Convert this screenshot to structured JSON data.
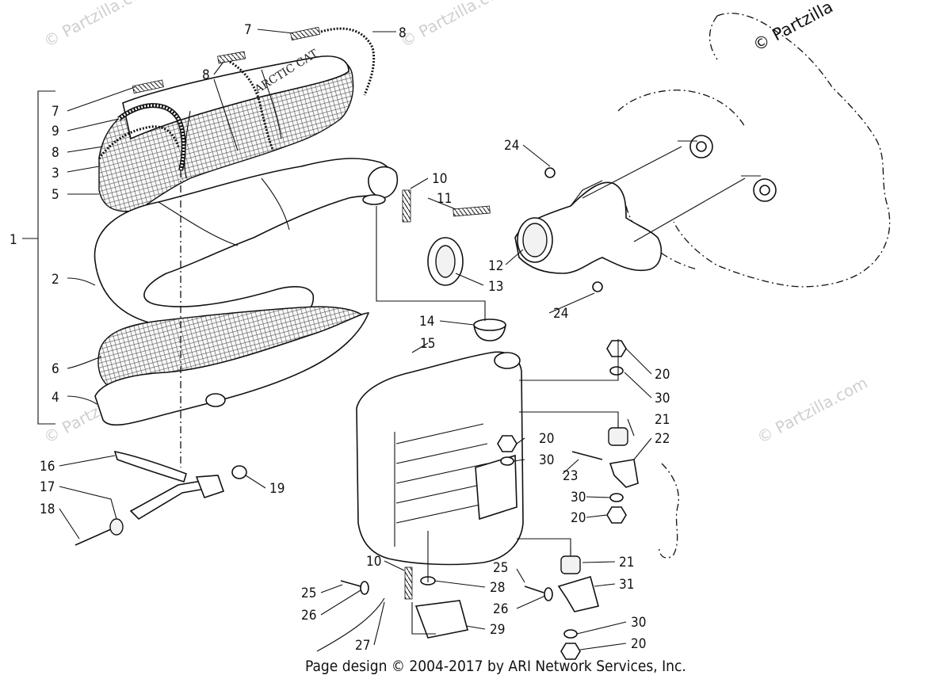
{
  "callouts": [
    "1",
    "2",
    "3",
    "4",
    "5",
    "6",
    "7",
    "8",
    "9",
    "10",
    "11",
    "12",
    "13",
    "14",
    "15",
    "16",
    "17",
    "18",
    "19",
    "20",
    "21",
    "22",
    "23",
    "24",
    "25",
    "26",
    "27",
    "28",
    "29",
    "30",
    "31"
  ],
  "decal_text": "ARCTIC CAT",
  "watermark": "© Partzilla.com",
  "watermark_corner": "© Partzilla",
  "footer": "Page design © 2004-2017 by ARI Network Services, Inc."
}
